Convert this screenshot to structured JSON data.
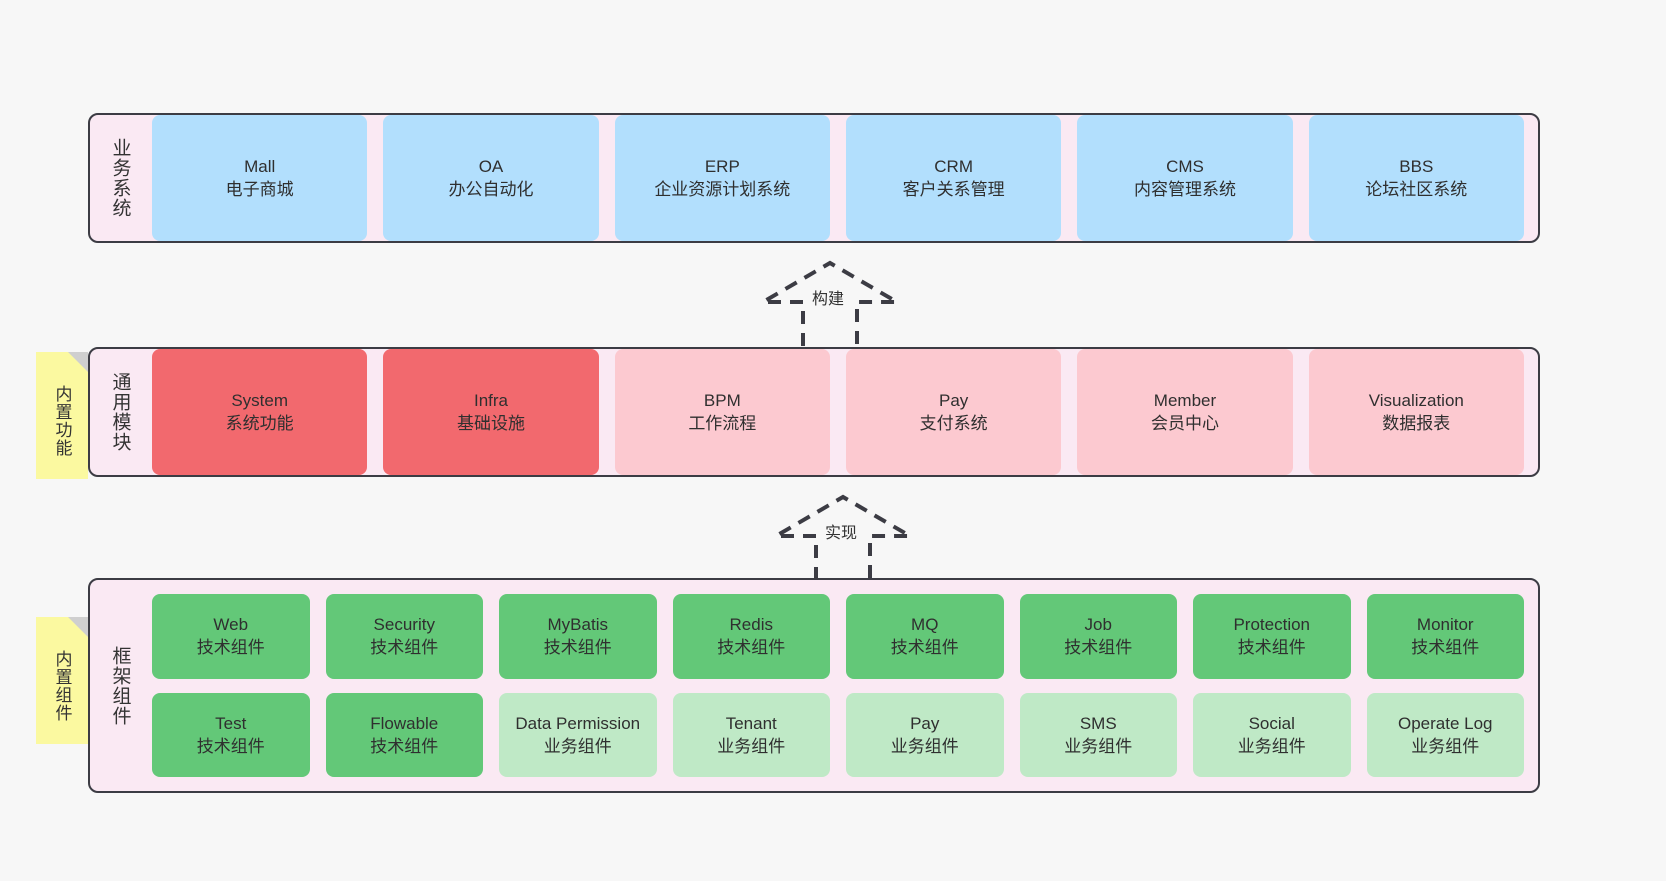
{
  "colors": {
    "panel_bg": "#fae9f3",
    "panel_border": "#3c3c44",
    "blue": "#b2dffd",
    "red": "#f2696e",
    "pink": "#fcc9d0",
    "green": "#63c878",
    "light_green": "#bfe9c6",
    "sticky_yellow": "#fbf9a0",
    "canvas_bg": "#f7f7f7"
  },
  "sections": {
    "business": {
      "title": "业务系统",
      "cards": [
        {
          "name": "Mall",
          "desc": "电子商城"
        },
        {
          "name": "OA",
          "desc": "办公自动化"
        },
        {
          "name": "ERP",
          "desc": "企业资源计划系统"
        },
        {
          "name": "CRM",
          "desc": "客户关系管理"
        },
        {
          "name": "CMS",
          "desc": "内容管理系统"
        },
        {
          "name": "BBS",
          "desc": "论坛社区系统"
        }
      ]
    },
    "modules": {
      "title": "通用模块",
      "sticky_note": "内置功能",
      "cards": [
        {
          "name": "System",
          "desc": "系统功能",
          "color": "red"
        },
        {
          "name": "Infra",
          "desc": "基础设施",
          "color": "red"
        },
        {
          "name": "BPM",
          "desc": "工作流程",
          "color": "pink"
        },
        {
          "name": "Pay",
          "desc": "支付系统",
          "color": "pink"
        },
        {
          "name": "Member",
          "desc": "会员中心",
          "color": "pink"
        },
        {
          "name": "Visualization",
          "desc": "数据报表",
          "color": "pink"
        }
      ]
    },
    "framework": {
      "title": "框架组件",
      "sticky_note": "内置组件",
      "row1": [
        {
          "name": "Web",
          "desc": "技术组件",
          "color": "green"
        },
        {
          "name": "Security",
          "desc": "技术组件",
          "color": "green"
        },
        {
          "name": "MyBatis",
          "desc": "技术组件",
          "color": "green"
        },
        {
          "name": "Redis",
          "desc": "技术组件",
          "color": "green"
        },
        {
          "name": "MQ",
          "desc": "技术组件",
          "color": "green"
        },
        {
          "name": "Job",
          "desc": "技术组件",
          "color": "green"
        },
        {
          "name": "Protection",
          "desc": "技术组件",
          "color": "green"
        },
        {
          "name": "Monitor",
          "desc": "技术组件",
          "color": "green"
        }
      ],
      "row2": [
        {
          "name": "Test",
          "desc": "技术组件",
          "color": "green"
        },
        {
          "name": "Flowable",
          "desc": "技术组件",
          "color": "green"
        },
        {
          "name": "Data Permission",
          "desc": "业务组件",
          "color": "light_green"
        },
        {
          "name": "Tenant",
          "desc": "业务组件",
          "color": "light_green"
        },
        {
          "name": "Pay",
          "desc": "业务组件",
          "color": "light_green"
        },
        {
          "name": "SMS",
          "desc": "业务组件",
          "color": "light_green"
        },
        {
          "name": "Social",
          "desc": "业务组件",
          "color": "light_green"
        },
        {
          "name": "Operate Log",
          "desc": "业务组件",
          "color": "light_green"
        }
      ]
    }
  },
  "connectors": [
    {
      "label": "构建"
    },
    {
      "label": "实现"
    }
  ]
}
